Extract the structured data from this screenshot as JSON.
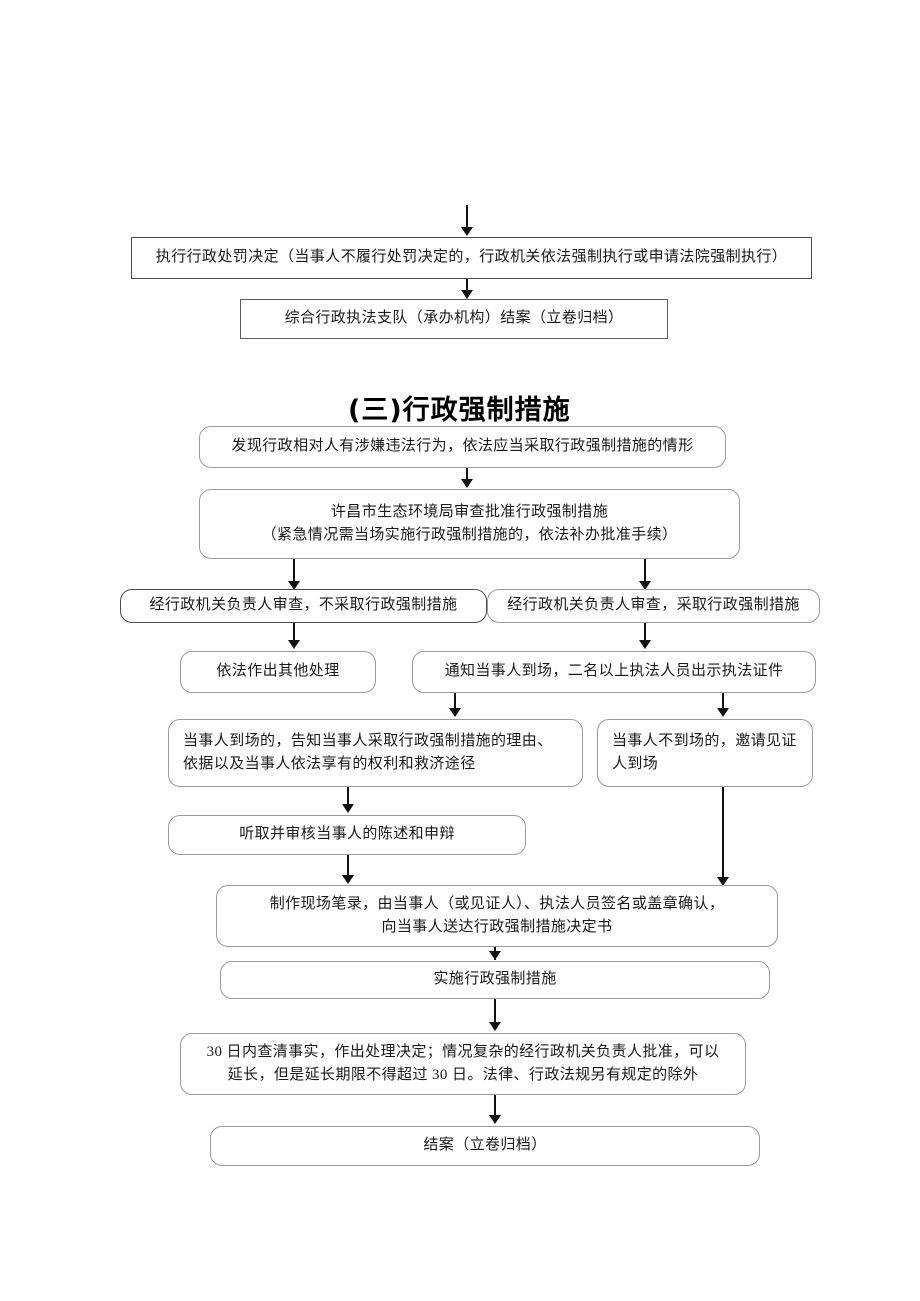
{
  "document": {
    "section_title": "(三)行政强制措施"
  },
  "top_section": {
    "nodes": [
      {
        "id": "execute-penalty-decision",
        "name": "node-execute-penalty-decision",
        "text": "执行行政处罚决定（当事人不履行处罚决定的，行政机关依法强制执行或申请法院强制执行）"
      },
      {
        "id": "close-case-archive-unit",
        "name": "node-close-case-enforcement-unit",
        "text": "综合行政执法支队（承办机构）结案（立卷归档）"
      }
    ]
  },
  "flow": {
    "nodes": [
      {
        "id": "discover-violation",
        "name": "node-discover-violation",
        "text": "发现行政相对人有涉嫌违法行为，依法应当采取行政强制措施的情形"
      },
      {
        "id": "bureau-approval",
        "name": "node-bureau-review-approval",
        "text": "许昌市生态环境局审查批准行政强制措施\n（紧急情况需当场实施行政强制措施的，依法补办批准手续）"
      },
      {
        "id": "review-not-adopt",
        "name": "node-review-not-adopt-measures",
        "text": "经行政机关负责人审查，不采取行政强制措施"
      },
      {
        "id": "review-adopt",
        "name": "node-review-adopt-measures",
        "text": "经行政机关负责人审查，采取行政强制措施"
      },
      {
        "id": "other-handling",
        "name": "node-other-lawful-handling",
        "text": "依法作出其他处理"
      },
      {
        "id": "notify-party",
        "name": "node-notify-party-present-credentials",
        "text": "通知当事人到场，二名以上执法人员出示执法证件"
      },
      {
        "id": "party-present",
        "name": "node-party-present-inform-reasons",
        "text": "当事人到场的，告知当事人采取行政强制措施的理由、\n依据以及当事人依法享有的权利和救济途径"
      },
      {
        "id": "party-absent",
        "name": "node-party-absent-invite-witness",
        "text": "当事人不到场的，邀请见证\n人到场"
      },
      {
        "id": "hear-statement",
        "name": "node-hear-statement-and-defense",
        "text": "听取并审核当事人的陈述和申辩"
      },
      {
        "id": "make-record",
        "name": "node-make-on-site-record",
        "text": "制作现场笔录，由当事人（或见证人）、执法人员签名或盖章确认，\n向当事人送达行政强制措施决定书"
      },
      {
        "id": "implement-measures",
        "name": "node-implement-compulsory-measures",
        "text": "实施行政强制措施"
      },
      {
        "id": "thirty-day-decision",
        "name": "node-thirty-day-investigation-decision",
        "text": "30 日内查清事实，作出处理决定；情况复杂的经行政机关负责人批准，可以\n延长，但是延长期限不得超过 30 日。法律、行政法规另有规定的除外"
      },
      {
        "id": "close-case",
        "name": "node-close-case-archive",
        "text": "结案（立卷归档）"
      }
    ]
  },
  "connectors": {
    "arrow_color": "#111111",
    "names": [
      "arrow-into-execute-penalty",
      "arrow-execute-to-close-case-unit",
      "arrow-discover-to-bureau-approval",
      "arrow-bureau-to-review-not-adopt",
      "arrow-bureau-to-review-adopt",
      "arrow-not-adopt-to-other-handling",
      "arrow-adopt-to-notify-party",
      "arrow-notify-to-party-present",
      "arrow-notify-to-party-absent",
      "arrow-party-present-to-hear-statement",
      "arrow-hear-statement-to-make-record",
      "arrow-party-absent-to-make-record",
      "arrow-make-record-to-implement",
      "arrow-implement-to-thirty-day",
      "arrow-thirty-day-to-close-case"
    ]
  }
}
